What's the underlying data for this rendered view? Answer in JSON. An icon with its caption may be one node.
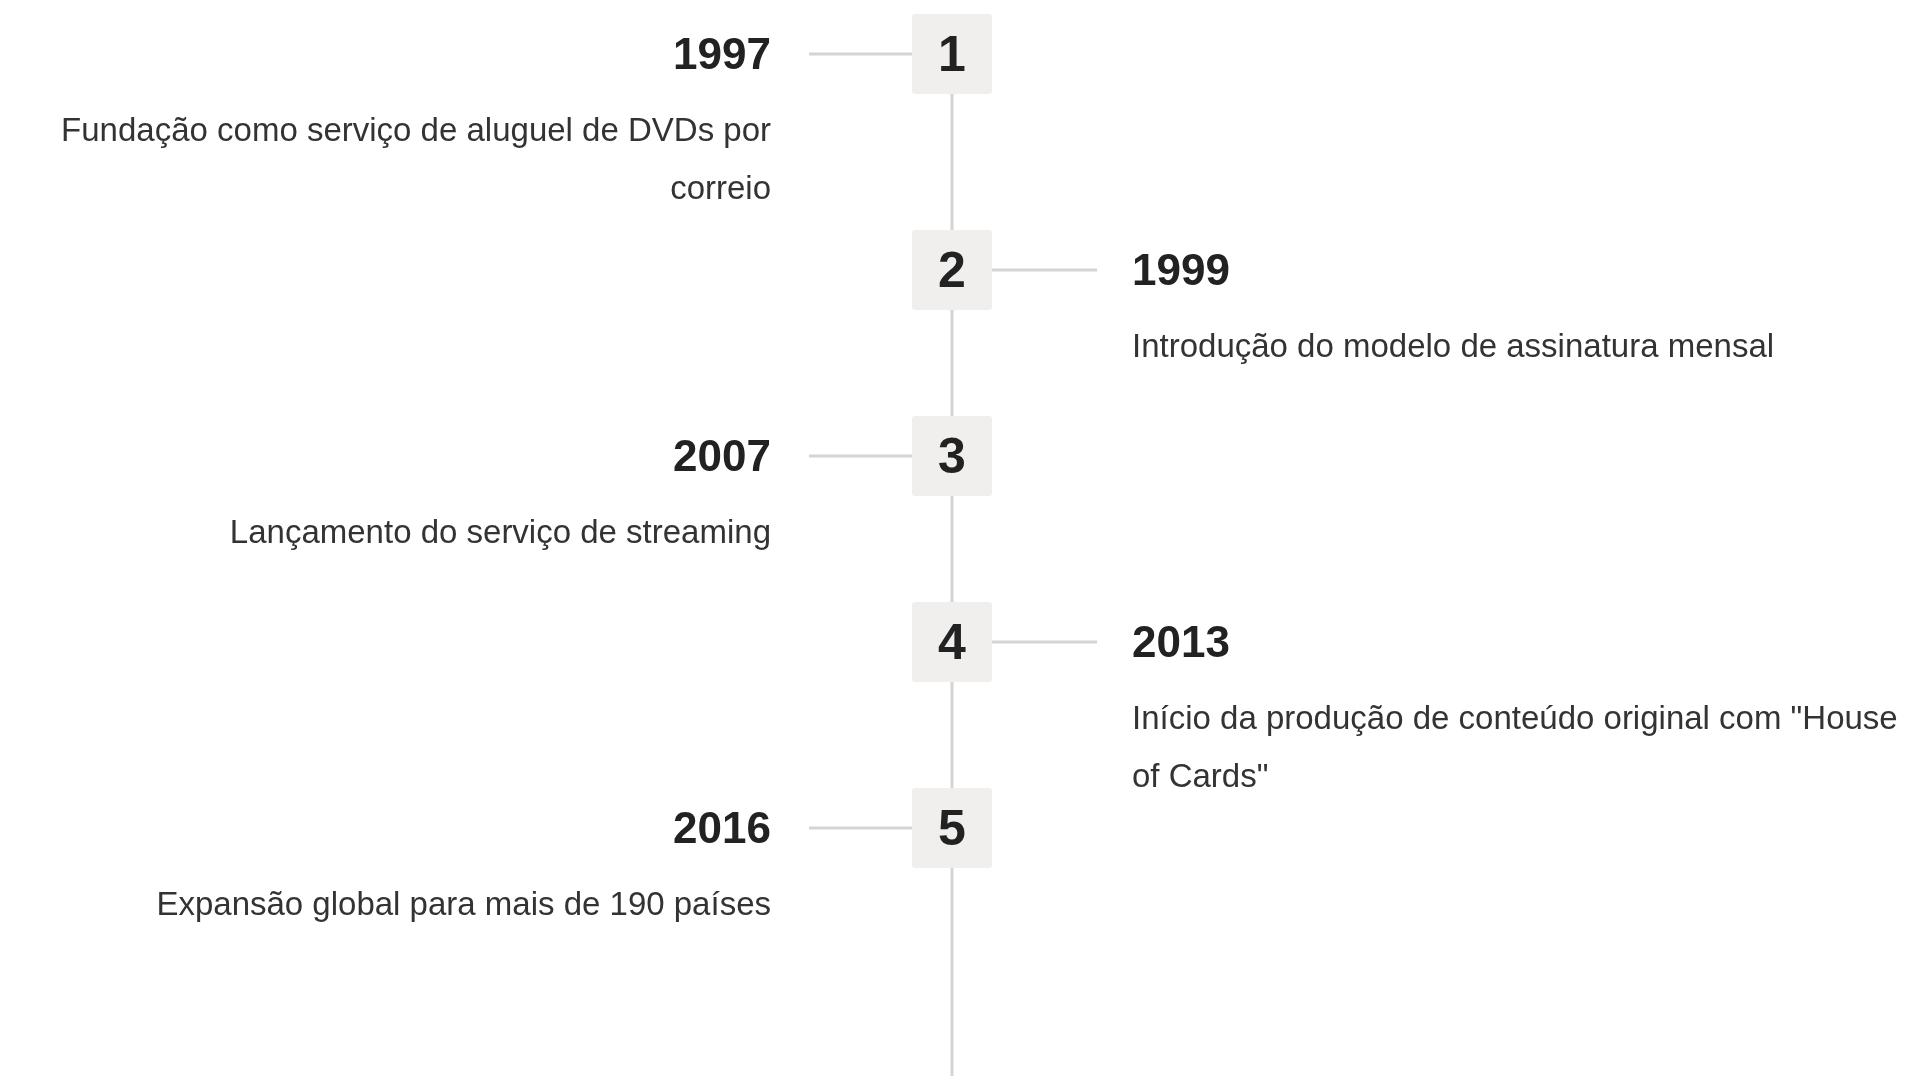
{
  "diagram": {
    "nodes": [
      {
        "text": [
          "1"
        ]
      },
      {
        "text": [
          "1997",
          "Fundação como serviço de aluguel de DVDs por correio"
        ]
      },
      {
        "text": [
          "2"
        ]
      },
      {
        "text": [
          "1999",
          "Introdução do modelo de assinatura mensal"
        ]
      },
      {
        "text": [
          "3"
        ]
      },
      {
        "text": [
          "2007",
          "Lançamento do serviço de streaming"
        ]
      },
      {
        "text": [
          "4"
        ]
      },
      {
        "text": [
          "2013",
          "Início da produção de conteúdo original com \"House of Cards\""
        ]
      },
      {
        "text": [
          "5"
        ]
      },
      {
        "text": [
          "2016",
          "Expansão global para mais de 190 países"
        ]
      }
    ],
    "edges": [
      {
        "from": 1,
        "to": 0,
        "arrow": "none"
      },
      {
        "from": 0,
        "to": 2,
        "arrow": "none"
      },
      {
        "from": 2,
        "to": 3,
        "arrow": "none"
      },
      {
        "from": 2,
        "to": 4,
        "arrow": "none"
      },
      {
        "from": 5,
        "to": 4,
        "arrow": "none"
      },
      {
        "from": 4,
        "to": 6,
        "arrow": "none"
      },
      {
        "from": 6,
        "to": 7,
        "arrow": "none"
      },
      {
        "from": 6,
        "to": 8,
        "arrow": "none"
      },
      {
        "from": 9,
        "to": 8,
        "arrow": "none"
      },
      {
        "from": 8,
        "to": null,
        "arrow": "none"
      }
    ]
  }
}
